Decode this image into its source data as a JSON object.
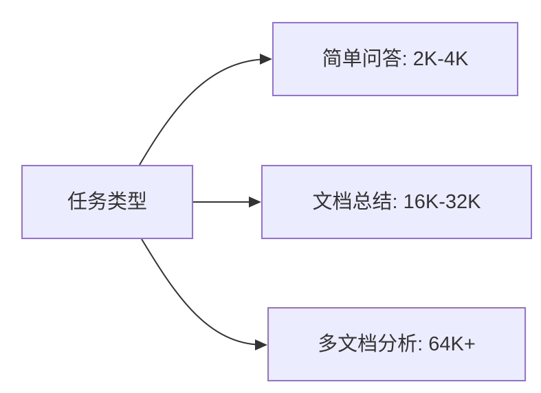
{
  "diagram": {
    "type": "flowchart",
    "direction": "left-to-right",
    "colors": {
      "background": "#ffffff",
      "node_fill": "#ECECFF",
      "node_border": "#9370DB",
      "edge": "#333333",
      "text": "#333333"
    },
    "nodes": [
      {
        "id": "task-type",
        "label": "任务类型"
      },
      {
        "id": "simple-qa",
        "label": "简单问答: 2K-4K"
      },
      {
        "id": "doc-summary",
        "label": "文档总结: 16K-32K"
      },
      {
        "id": "multi-doc-analysis",
        "label": "多文档分析: 64K+"
      }
    ],
    "edges": [
      {
        "from": "任务类型",
        "to": "简单问答: 2K-4K"
      },
      {
        "from": "任务类型",
        "to": "文档总结: 16K-32K"
      },
      {
        "from": "任务类型",
        "to": "多文档分析: 64K+"
      }
    ]
  }
}
